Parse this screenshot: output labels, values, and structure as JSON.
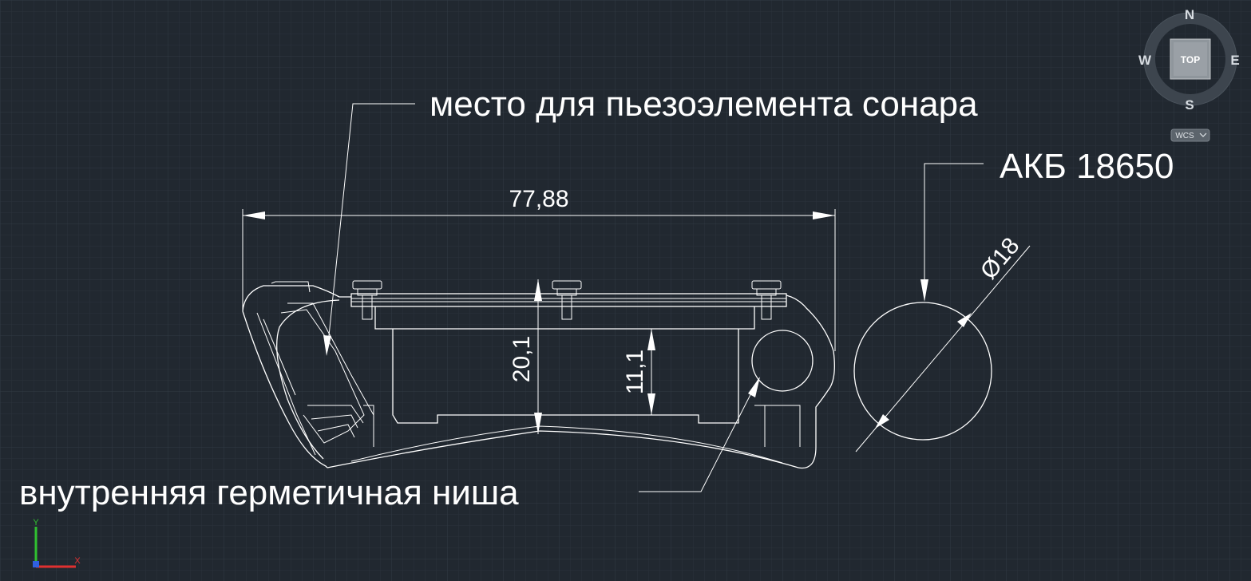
{
  "annotations": {
    "piezo_label": "место для пьезоэлемента сонара",
    "battery_label": "АКБ 18650",
    "niche_label": "внутренняя герметичная ниша"
  },
  "dimensions": {
    "width": "77,88",
    "height_outer": "20,1",
    "height_inner": "11,1",
    "diameter": "Ø18"
  },
  "viewcube": {
    "north": "N",
    "south": "S",
    "east": "E",
    "west": "W",
    "face": "TOP",
    "wcs": "WCS"
  },
  "ucs": {
    "x_axis": "X",
    "y_axis": "Y"
  },
  "colors": {
    "background": "#212830",
    "grid_minor": "#2a323b",
    "grid_major": "#313a44",
    "lines": "#ffffff",
    "ucs_x": "#e03030",
    "ucs_y": "#30c030",
    "ucs_z": "#3060e0"
  }
}
